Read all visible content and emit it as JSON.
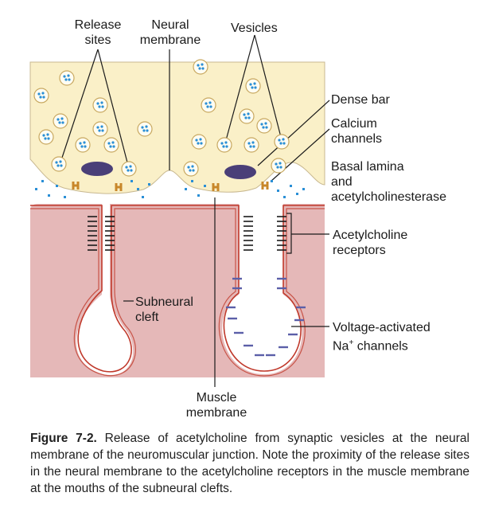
{
  "labels": {
    "release_sites": [
      "Release",
      "sites"
    ],
    "neural_membrane": [
      "Neural",
      "membrane"
    ],
    "vesicles": "Vesicles",
    "dense_bar": "Dense bar",
    "calcium_channels": [
      "Calcium",
      "channels"
    ],
    "basal_lamina": [
      "Basal lamina",
      "and",
      "acetylcholinesterase"
    ],
    "ach_receptors": [
      "Acetylcholine",
      "receptors"
    ],
    "subneural_cleft": [
      "Subneural",
      "cleft"
    ],
    "voltage_channels": [
      "Voltage-activated",
      "Na",
      "+",
      " channels"
    ],
    "muscle_membrane": [
      "Muscle",
      "membrane"
    ]
  },
  "caption": {
    "figure_label": "Figure 7-2.",
    "text": " Release of acetylcholine from synaptic vesicles at the neural membrane of the neuromuscular junction. Note the proximity of the release sites in the neural membrane to the acetylcholine receptors in the muscle membrane at the mouths of the subneural clefts."
  },
  "colors": {
    "nerve_fill": "#faf0c8",
    "muscle_fill": "#e5b8b8",
    "membrane_line": "#c0392b",
    "vesicle_dot": "#2a8fd6",
    "dense_bar": "#4a3f78",
    "calcium_channel": "#c8872a",
    "na_channel": "#5b5fa8",
    "receptor": "#1a1a1a"
  }
}
